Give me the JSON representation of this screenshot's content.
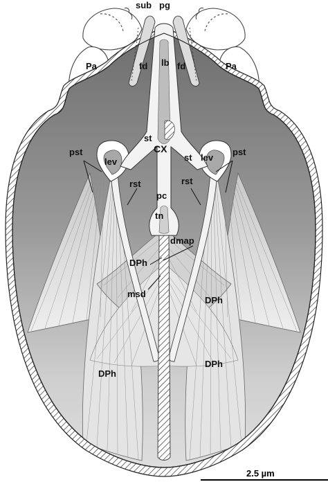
{
  "labels": {
    "sub": "sub",
    "pg": "pg",
    "pa_left": "Pa",
    "pa_right": "Pa",
    "fd_left": "fd",
    "fd_right": "fd",
    "lb": "lb",
    "st_left": "st",
    "st_right": "st",
    "cx": "CX",
    "pst_left": "pst",
    "pst_right": "pst",
    "lev_left": "lev",
    "lev_right": "lev",
    "rst_left": "rst",
    "rst_right": "rst",
    "pc": "pc",
    "tn": "tn",
    "dmap": "dmap",
    "dph_center": "DPh",
    "msd": "msd",
    "dph_right_upper": "DPh",
    "dph_right_lower": "DPh",
    "dph_left_lower": "DPh"
  },
  "scale_bar": {
    "text": "2.5 µm"
  },
  "colors": {
    "shade_dark": "#6e6e6e",
    "shade_light": "#d6d6d6",
    "muscle": "#e2e2e2",
    "outline": "#2a2a2a"
  }
}
